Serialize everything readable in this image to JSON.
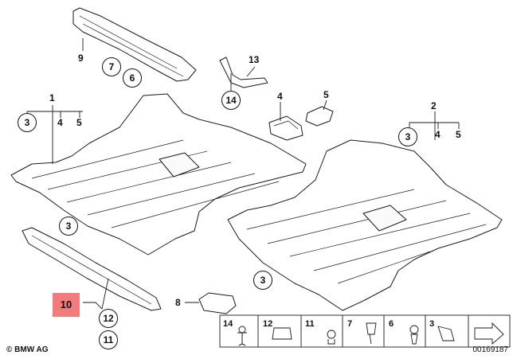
{
  "labels": {
    "l1": "1",
    "l2": "2",
    "l4a": "4",
    "l5a": "5",
    "l4b": "4",
    "l5b": "5",
    "l4c": "4",
    "l5c": "5",
    "l8": "8",
    "l9": "9",
    "l13": "13"
  },
  "circled": {
    "c3a": "3",
    "c3b": "3",
    "c3c": "3",
    "c3d": "3",
    "c6": "6",
    "c7": "7",
    "c11": "11",
    "c12": "12",
    "c14": "14"
  },
  "highlight": {
    "part10": "10"
  },
  "legend": [
    "14",
    "12",
    "11",
    "7",
    "6",
    "3"
  ],
  "footer": {
    "copyright": "© BMW AG",
    "image_number": "00169187"
  },
  "colors": {
    "highlight": "#f27c7c",
    "line": "#1a1a1a"
  }
}
